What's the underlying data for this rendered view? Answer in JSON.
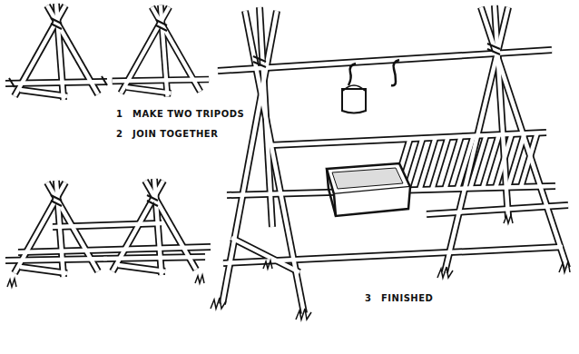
{
  "diagram": {
    "labels": [
      "1",
      "MAKE TWO TRIPODS",
      "2",
      "JOIN TOGETHER",
      "3",
      "FINISHED"
    ]
  }
}
